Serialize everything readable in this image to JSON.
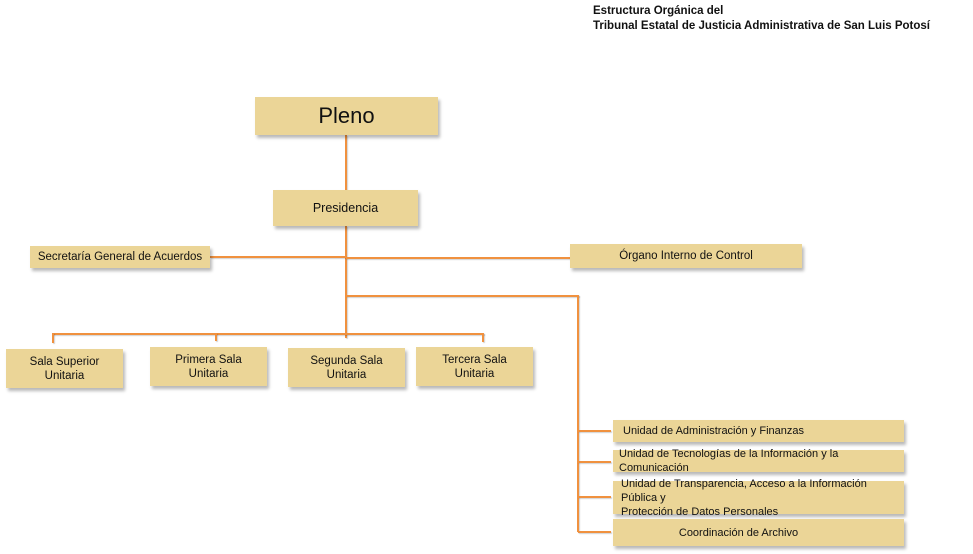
{
  "header": {
    "title_line1": "Estructura Orgánica del",
    "title_line2": "Tribunal Estatal de Justicia Administrativa de San Luis Potosí"
  },
  "colors": {
    "box_fill": "#ebd597",
    "connector": "#f0913f"
  },
  "nodes": {
    "pleno": "Pleno",
    "presidencia": "Presidencia",
    "secretaria": "Secretaría General de Acuerdos",
    "organo": "Órgano Interno de Control",
    "salas": [
      {
        "l1": "Sala Superior",
        "l2": "Unitaria"
      },
      {
        "l1": "Primera Sala",
        "l2": "Unitaria"
      },
      {
        "l1": "Segunda Sala",
        "l2": "Unitaria"
      },
      {
        "l1": "Tercera Sala",
        "l2": "Unitaria"
      }
    ],
    "unidades": [
      {
        "l1": "Unidad de Administración y Finanzas",
        "l2": ""
      },
      {
        "l1": "Unidad de Tecnologías de la Información y la Comunicación",
        "l2": ""
      },
      {
        "l1": "Unidad de Transparencia, Acceso a la Información Pública y",
        "l2": "Protección de Datos Personales"
      },
      {
        "l1": "Coordinación de Archivo",
        "l2": ""
      }
    ]
  }
}
